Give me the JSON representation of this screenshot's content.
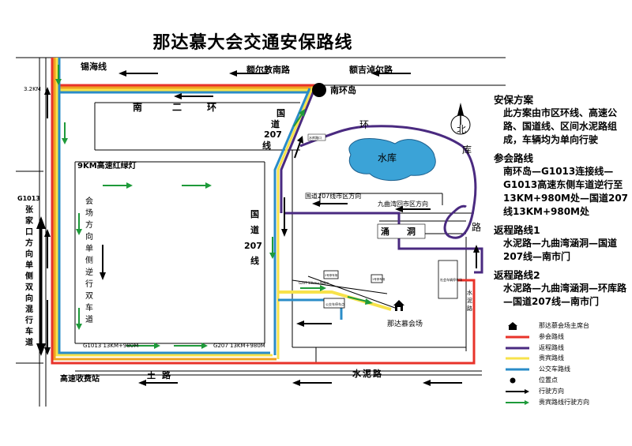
{
  "title": "那达慕大会交通安保路线",
  "roads": {
    "xihai": "锡海线",
    "eerduns": "额尔敦南路",
    "ejizhuoer": "额吉淖尔路",
    "nanhuandao": "南环岛",
    "nan": "南",
    "er": "二",
    "huan": "环",
    "guodao207_top": [
      "国",
      "道",
      "207",
      "线"
    ],
    "huan_label": "环",
    "bei": "北",
    "ku": "库",
    "lu": "路",
    "shuiku": "水库",
    "hongludeng": "9KM高速红绿灯",
    "km32": "3.2KM",
    "g1013_vertical": [
      "G1013",
      "张",
      "家",
      "口",
      "方",
      "向",
      "单",
      "侧",
      "双",
      "向",
      "混",
      "行",
      "车",
      "道"
    ],
    "venue_vertical": [
      "会",
      "场",
      "方",
      "向",
      "单",
      "侧",
      "逆",
      "行",
      "双",
      "车",
      "道"
    ],
    "guodao207_mid": [
      "国",
      "道",
      "207",
      "线"
    ],
    "shiqu_fangxiang": "国道207线市区方向",
    "jiuquwan_fangxiang": "九曲湾回市区方向",
    "tongdong": [
      "涌",
      "洞"
    ],
    "shuini_vertical": [
      "水",
      "泥",
      "路"
    ],
    "g1013_km": "G1013  13KM+980M",
    "g207_km": "G207  13KM+980M",
    "g207_small": "G207 13km+980m",
    "shuikukou": "水库路口",
    "parking_social": "社会车辆停车场",
    "parking_bus": "公交车停车点",
    "parking_2": "2号停车场",
    "parking_1": "1号停车场",
    "venue": "那达慕会场",
    "gaosu_shoufei": "高速收费站",
    "tu_lu": "土路",
    "shuini_lu": "水泥路"
  },
  "plan": {
    "heading1": "安保方案",
    "text1": "此方案由市区环线、高速公路、国道线、区间水泥路组成，车辆均为单向行驶",
    "heading2": "参会路线",
    "text2": "南环岛—G1013连接线—G1013高速东侧车道逆行至13KM+980M处—国道207线13KM+980M处",
    "heading3": "返程路线1",
    "text3": "水泥路—九曲湾涵洞—国道207线—南市门",
    "heading4": "返程路线2",
    "text4": "水泥路—九曲湾涵洞—环库路—国道207线—南市门"
  },
  "legend": [
    {
      "label": "那达慕会场主席台",
      "icon": "home-icon"
    },
    {
      "label": "参会路线",
      "color": "#e8332a"
    },
    {
      "label": "返程路线",
      "color": "#4a2a80"
    },
    {
      "label": "贵宾路线",
      "color": "#f7e24a"
    },
    {
      "label": "公交车路线",
      "color": "#2a8cc8"
    },
    {
      "label": "位置点",
      "icon": "dot-icon"
    },
    {
      "label": "行驶方向",
      "icon": "arrow-icon"
    },
    {
      "label": "贵宾路线行驶方向",
      "icon": "green-arrow-icon"
    }
  ],
  "colors": {
    "red": "#e8332a",
    "purple": "#4a2a80",
    "yellow": "#f7e24a",
    "blue": "#2a8cc8",
    "orange": "#f0a020",
    "green": "#1e9a3a"
  }
}
